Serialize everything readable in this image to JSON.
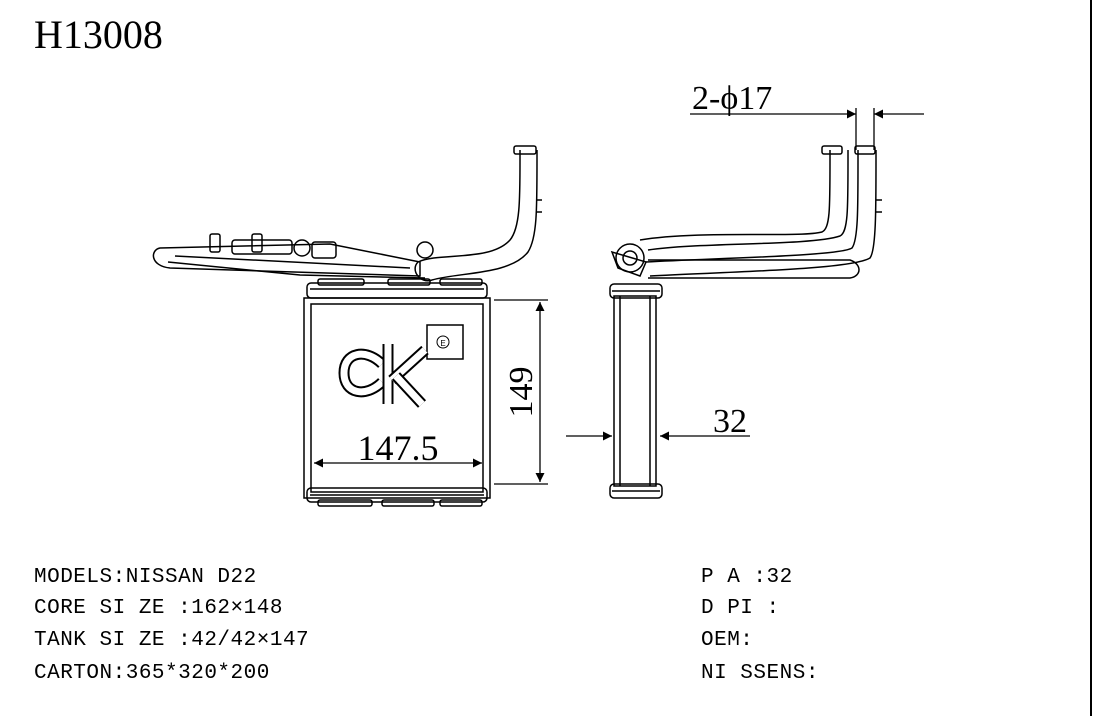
{
  "header": {
    "part_number": "H13008"
  },
  "dimensions": {
    "pipe_spec": "2-ϕ17",
    "height": "149",
    "width": "147.5",
    "thickness": "32"
  },
  "logo": {
    "mark": "ck",
    "badge": "E"
  },
  "specs_left": [
    "MODELS:NISSAN D22",
    "CORE SI ZE :162×148",
    "TANK SI ZE :42/42×147",
    "CARTON:365*320*200"
  ],
  "specs_right": [
    "P A :32",
    "D PI :",
    "OEM:",
    "NI SSENS:"
  ]
}
